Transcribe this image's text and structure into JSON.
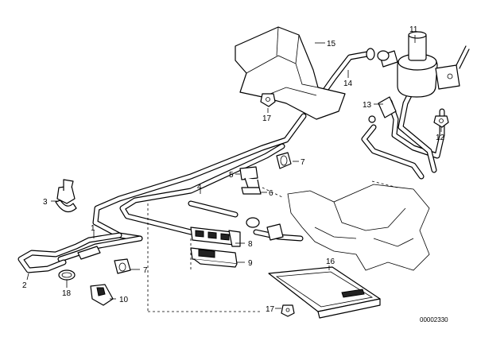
{
  "diagram": {
    "callouts": {
      "c1": "1",
      "c2": "2",
      "c3": "3",
      "c4": "4",
      "c5": "5",
      "c6": "6",
      "c7a": "7",
      "c7b": "7",
      "c8": "8",
      "c9": "9",
      "c10": "10",
      "c11": "11",
      "c12": "12",
      "c13": "13",
      "c14": "14",
      "c15": "15",
      "c16": "16",
      "c17a": "17",
      "c17b": "17",
      "c18": "18"
    },
    "drawing_number": "00002330"
  },
  "colors": {
    "ink": "#000000",
    "paper": "#ffffff"
  }
}
